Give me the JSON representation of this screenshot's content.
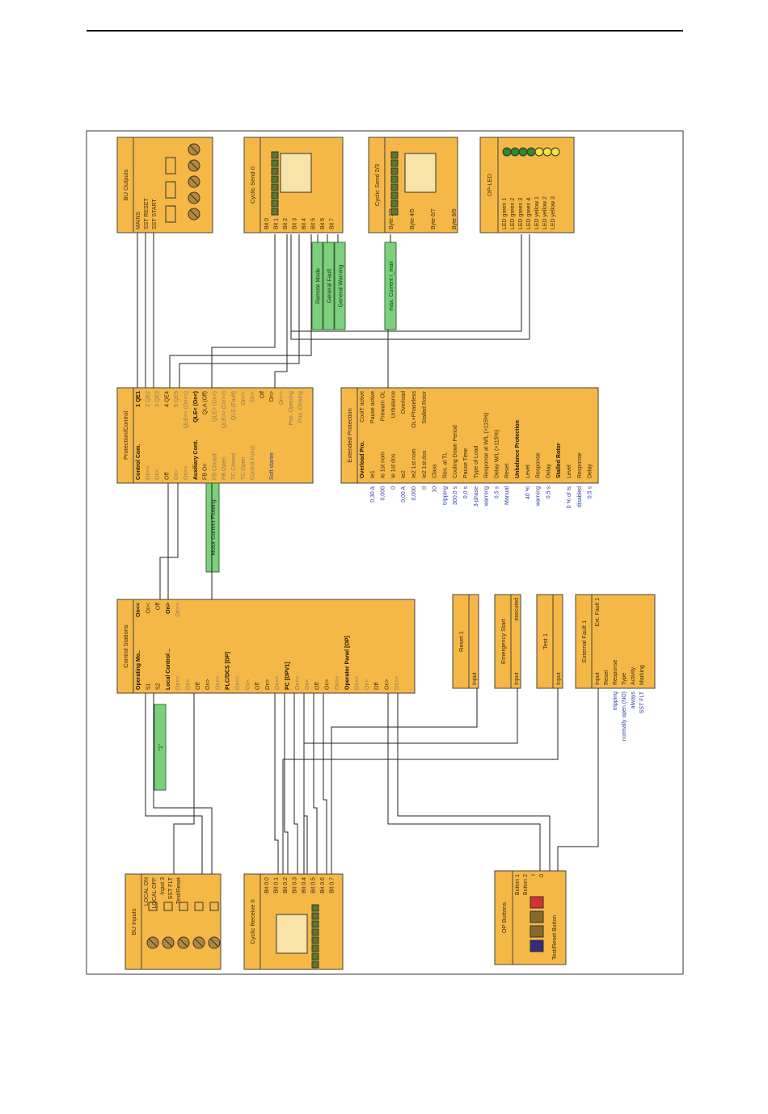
{
  "blocks": {
    "bu_outputs": {
      "title": "BU Outputs",
      "pins": [
        "MAINS",
        "SST RESET",
        "SST START"
      ]
    },
    "cyclic_send_0": {
      "title": "Cyclic Send 0",
      "pins": [
        "Bit 0",
        "Bit 1",
        "Bit 2",
        "Bit 3",
        "Bit 4",
        "Bit 5",
        "Bit 6",
        "Bit 7"
      ]
    },
    "cyclic_send_23": {
      "title": "Cyclic Send 2/3",
      "pins": [
        "Byte 2/3",
        "Byte 4/5",
        "Byte 6/7",
        "Byte 8/9"
      ]
    },
    "op_led": {
      "title": "OP-LED",
      "pins": [
        "LED green 1",
        "LED green 2",
        "LED green 3",
        "LED green 4",
        "LED yellow 1",
        "LED yellow 2",
        "LED yellow 3"
      ]
    },
    "protection_control": {
      "title": "Protection/Control",
      "rows": [
        {
          "l": "Control Com.",
          "r": "1 QE1",
          "bold": true
        },
        {
          "l": "On<<",
          "r": "2 QE2",
          "g": true
        },
        {
          "l": "On<",
          "r": "3 QE3",
          "g": true
        },
        {
          "l": "Off",
          "r": "4 QE4"
        },
        {
          "l": "On>",
          "r": "5 QE5",
          "g": true
        },
        {
          "l": "On>>",
          "r": "QLE<< (On<<)",
          "g": true
        },
        {
          "l": "Auxiliary Cont.",
          "r": "QLE< (On<)",
          "bold": true
        },
        {
          "l": "FB On",
          "r": "QLA (Off)"
        },
        {
          "l": "FB Closed",
          "r": "QLE> (On>)",
          "g": true
        },
        {
          "l": "FB Open",
          "r": "QLE>> (On>>)",
          "g": true
        },
        {
          "l": "TC Closed",
          "r": "QLS (Fault)",
          "g": true
        },
        {
          "l": "TC Open",
          "r": "On<<",
          "g": true
        },
        {
          "l": "Control Funct.",
          "r": "On<",
          "g": true
        },
        {
          "l": "",
          "r": "Off"
        },
        {
          "l": "",
          "r": "On>"
        },
        {
          "l": "",
          "r": "On>>",
          "g": true
        },
        {
          "l": "",
          "r": "Pos. Opening",
          "g": true
        },
        {
          "l": "",
          "r": "Pos. Closing",
          "g": true
        }
      ],
      "soft_starter": "Soft starter"
    },
    "extended_protection": {
      "title": "Extended Protection",
      "rows": [
        {
          "l": "Overload Pro.",
          "r": "CoolT active",
          "bold": true
        },
        {
          "l": "Ie1",
          "r": "Pause active",
          "v": "0,30 A"
        },
        {
          "l": "Ie 1st nom",
          "r": "Prewarn OL",
          "v": "0,000"
        },
        {
          "l": "Ie 1st dos",
          "r": "Unbalance",
          "v": "0"
        },
        {
          "l": "Ie2",
          "r": "Overload",
          "v": "0,00 A"
        },
        {
          "l": "Ie2 1st nom",
          "r": "OL+Phaseless",
          "v": "0,000"
        },
        {
          "l": "Ie2 1st dos",
          "r": "Stalled Rotor",
          "v": "0"
        },
        {
          "l": "Class",
          "r": "",
          "v": "10"
        },
        {
          "l": "Res. at TL",
          "r": "",
          "v": "tripping"
        },
        {
          "l": "Cooling Down Period",
          "r": "",
          "v": "300,0 s"
        },
        {
          "l": "Pause Time",
          "r": "",
          "v": "0,0 s"
        },
        {
          "l": "Type of Load",
          "r": "",
          "v": "3-phase"
        },
        {
          "l": "Response at W/L (>115%)",
          "r": "",
          "v": "warning"
        },
        {
          "l": "Delay W/L (>115%)",
          "r": "",
          "v": "0,5 s"
        },
        {
          "l": "Reset",
          "r": "",
          "v": "Manual"
        },
        {
          "l": "Unbalance Protection",
          "r": "",
          "bold": true
        },
        {
          "l": "Level",
          "r": "",
          "v": "40 %"
        },
        {
          "l": "Response",
          "r": "",
          "v": "warning"
        },
        {
          "l": "Delay",
          "r": "",
          "v": "0,5 s"
        },
        {
          "l": "Stalled Rotor",
          "r": "",
          "bold": true
        },
        {
          "l": "Level",
          "r": "",
          "v": "0 % of Is"
        },
        {
          "l": "Response",
          "r": "",
          "v": "disabled"
        },
        {
          "l": "Delay",
          "r": "",
          "v": "0,5 s"
        }
      ]
    },
    "control_stations": {
      "title": "Control Stations",
      "rows": [
        {
          "l": "Operating Mo..",
          "r": "On<<",
          "bold": true
        },
        {
          "l": "S1",
          "r": "On<"
        },
        {
          "l": "S2",
          "r": "Off"
        },
        {
          "l": "Local Control ..",
          "r": "On>",
          "bold": true
        },
        {
          "l": "On<<",
          "r": "On>>",
          "g": true
        },
        {
          "l": "On<",
          "r": "",
          "g": true
        },
        {
          "l": "Off",
          "r": ""
        },
        {
          "l": "On>",
          "r": ""
        },
        {
          "l": "On>>",
          "r": "",
          "g": true
        },
        {
          "l": "PLC/DCS [DP]",
          "r": "",
          "bold": true
        },
        {
          "l": "On<<",
          "r": "",
          "g": true
        },
        {
          "l": "On<",
          "r": "",
          "g": true
        },
        {
          "l": "Off",
          "r": ""
        },
        {
          "l": "On>",
          "r": ""
        },
        {
          "l": "On>>",
          "r": "",
          "g": true
        },
        {
          "l": "PC [DPV1]",
          "r": "",
          "bold": true
        },
        {
          "l": "On<<",
          "r": "",
          "g": true
        },
        {
          "l": "On<",
          "r": "",
          "g": true
        },
        {
          "l": "Off",
          "r": ""
        },
        {
          "l": "On>",
          "r": ""
        },
        {
          "l": "On>>",
          "r": "",
          "g": true
        },
        {
          "l": "Operator Panel [OP]",
          "r": "",
          "bold": true
        },
        {
          "l": "On<<",
          "r": "",
          "g": true
        },
        {
          "l": "On<",
          "r": "",
          "g": true
        },
        {
          "l": "Off",
          "r": ""
        },
        {
          "l": "On>",
          "r": ""
        },
        {
          "l": "On>>",
          "r": "",
          "g": true
        }
      ]
    },
    "reset1": {
      "title": "Reset 1",
      "pin": "Input"
    },
    "emergency_start": {
      "title": "Emergency Start",
      "pin": "Input",
      "out": "executed"
    },
    "test1": {
      "title": "Test 1",
      "pin": "Input"
    },
    "external_fault": {
      "title": "External Fault 1",
      "out": "Ext. Fault 1",
      "rows": [
        {
          "l": "Input",
          "v": ""
        },
        {
          "l": "Reset",
          "v": ""
        },
        {
          "l": "Response",
          "v": "tripping"
        },
        {
          "l": "Type",
          "v": "normally open (NO)"
        },
        {
          "l": "Activity",
          "v": "always"
        },
        {
          "l": "Marking",
          "v": "SST FLT"
        }
      ]
    },
    "bu_inputs": {
      "title": "BU Inputs",
      "pins": [
        "LOCAL ON",
        "LOCAL OFF",
        "Input 3",
        "SST FLT",
        "Test/Reset"
      ]
    },
    "cyclic_receive_0": {
      "title": "Cyclic Receive 0",
      "pins": [
        "Bit 0.0",
        "Bit 0.1",
        "Bit 0.2",
        "Bit 0.3",
        "Bit 0.4",
        "Bit 0.5",
        "Bit 0.6",
        "Bit 0.7"
      ]
    },
    "op_buttons": {
      "title": "OP Buttons",
      "pins": [
        "Button 1",
        "Button 2",
        "I",
        "0"
      ],
      "foot": "Test/Reset Button"
    }
  },
  "tags": {
    "remote_mode": "Remote Mode",
    "general_fault": "General Fault",
    "general_warning": "General Warning",
    "max_current": "max. Current I_max",
    "motor_current": "Motor Current Flowing",
    "one": "\"1\""
  },
  "colors": {
    "block": "#f5b846",
    "green_tag": "#7cd07c",
    "wire": "#222222"
  }
}
